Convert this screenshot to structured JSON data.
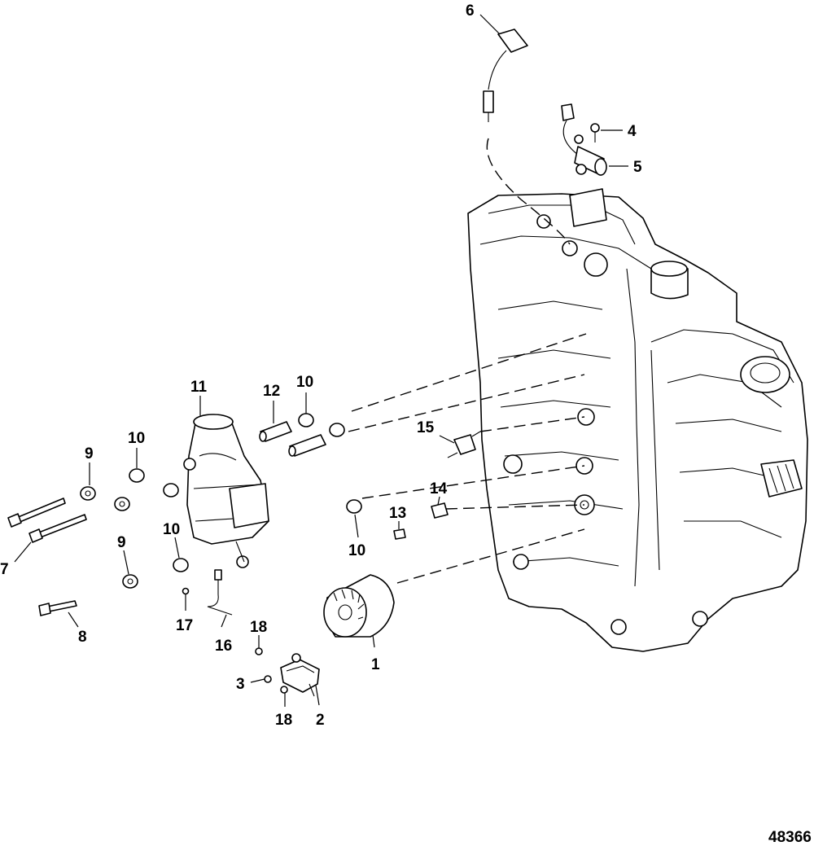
{
  "figure": {
    "number": "48366"
  },
  "callouts": {
    "c1": "1",
    "c2": "2",
    "c3": "3",
    "c4": "4",
    "c5": "5",
    "c6": "6",
    "c7": "7",
    "c8": "8",
    "c9a": "9",
    "c9b": "9",
    "c10a": "10",
    "c10b": "10",
    "c10c": "10",
    "c10d": "10",
    "c11": "11",
    "c12": "12",
    "c13": "13",
    "c14": "14",
    "c15": "15",
    "c16": "16",
    "c17": "17",
    "c18a": "18",
    "c18b": "18"
  }
}
